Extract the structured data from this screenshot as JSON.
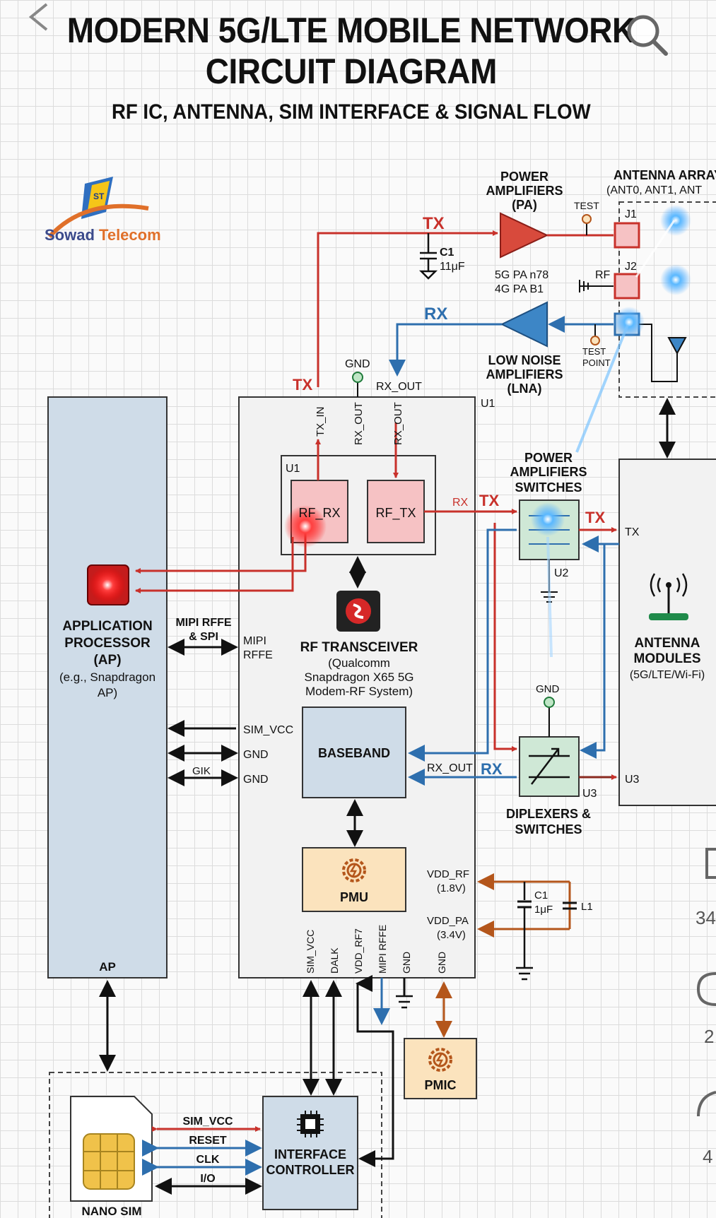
{
  "header": {
    "title_line1": "MODERN 5G/LTE MOBILE NETWORK",
    "title_line2": "CIRCUIT DIAGRAM",
    "subtitle": "RF IC, ANTENNA, SIM INTERFACE & SIGNAL FLOW"
  },
  "logo": {
    "part1": "Sowad",
    "part2": "Telecom",
    "badge": "ST"
  },
  "side_actions": {
    "likes": "34",
    "comments": "2",
    "shares": "4"
  },
  "labels": {
    "tx_top": "TX",
    "c1_top": "C1",
    "c1_top_val": "11μF",
    "pa_title1": "POWER",
    "pa_title2": "AMPLIFIERS",
    "pa_title3": "(PA)",
    "pa_band1": "5G PA n78",
    "pa_band2": "4G PA B1",
    "test": "TEST",
    "rf": "RF",
    "ant_array": "ANTENNA ARRAY",
    "ant_array_sub": "(ANT0, ANT1, ANT",
    "j1": "J1",
    "j2": "J2",
    "rx_mid": "RX",
    "test_point1": "TEST",
    "test_point2": "POINT",
    "lna1": "LOW NOISE",
    "lna2": "AMPLIFIERS",
    "lna3": "(LNA)",
    "gnd_top": "GND",
    "rx_out_top": "RX_OUT",
    "tx_left": "TX",
    "u1_outer": "U1",
    "tx_in": "TX_IN",
    "rx_out_v1": "RX_OUT",
    "rx_out_v2": "RX_OUT",
    "u1_inner": "U1",
    "rf_rx": "RF_RX",
    "rf_tx": "RF_TX",
    "rx_small": "RX",
    "tx_switch_in": "TX",
    "pas1": "POWER",
    "pas2": "AMPLIFIERS",
    "pas3": "SWITCHES",
    "tx_right": "TX",
    "tx_module": "TX",
    "u2": "U2",
    "ap1": "APPLICATION",
    "ap2": "PROCESSOR",
    "ap3": "(AP)",
    "ap4": "(e.g., Snapdragon",
    "ap5": "AP)",
    "ap_bottom": "AP",
    "mipi1": "MIPI RFFE",
    "mipi2": "& SPI",
    "mipi_r1": "MIPI",
    "mipi_r2": "RFFE",
    "rft1": "RF TRANSCEIVER",
    "rft2": "(Qualcomm",
    "rft3": "Snapdragon X65 5G",
    "rft4": "Modem-RF System)",
    "am1": "ANTENNA",
    "am2": "MODULES",
    "am3": "(5G/LTE/Wi-Fi)",
    "gnd_mid": "GND",
    "sim_vcc": "SIM_VCC",
    "gnd1": "GND",
    "gnd2": "GND",
    "gik": "GIK",
    "baseband": "BASEBAND",
    "rx_out_bb": "RX_OUT",
    "rx_bb": "RX",
    "u3": "U3",
    "u3_out": "U3",
    "dip1": "DIPLEXERS &",
    "dip2": "SWITCHES",
    "pmu": "PMU",
    "vdd_rf1": "VDD_RF",
    "vdd_rf2": "(1.8V)",
    "vdd_pa1": "VDD_PA",
    "vdd_pa2": "(3.4V)",
    "c1b": "C1",
    "c1b_val": "1μF",
    "l1": "L1",
    "pin_sim_vcc": "SIM_VCC",
    "pin_dalk": "DALK",
    "pin_vdd": "VDD_RF7",
    "pin_mipi": "MIPI RFFE",
    "pin_gnd1": "GND",
    "pin_gnd2": "GND",
    "pmic": "PMIC",
    "sim_line1": "SIM_VCC",
    "sim_line2": "RESET",
    "sim_line3": "CLK",
    "sim_line4": "I/O",
    "ic1": "INTERFACE",
    "ic2": "CONTROLLER",
    "nano_sim": "NANO SIM"
  },
  "colors": {
    "tx": "#c8312b",
    "rx": "#2e6fae",
    "power": "#b4561b",
    "block_blue": "#cfdce8",
    "block_pink": "#f6c2c4",
    "block_orange": "#fbe3bd",
    "block_green": "#cfe8d6"
  }
}
